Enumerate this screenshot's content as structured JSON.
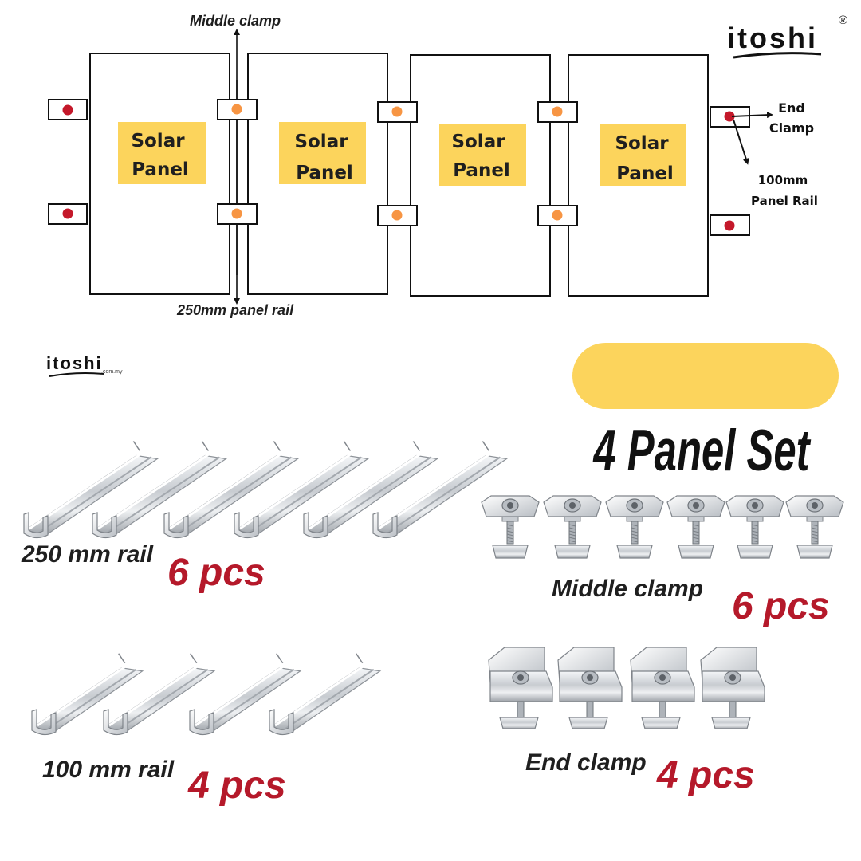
{
  "colors": {
    "panel_label_bg": "#fcd45c",
    "badge_bg": "#fcd45c",
    "end_clamp_dot": "#c4182a",
    "middle_clamp_dot": "#f79543",
    "count_red": "#b5192a",
    "text_dark": "#1f1f1f"
  },
  "logo": {
    "top": "itoshi",
    "top_mark": "®",
    "small": "itoshi",
    "small_domain": ".com.my"
  },
  "diagram": {
    "middle_clamp_label": "Middle clamp",
    "panel_rail_250_label": "250mm panel rail",
    "end_clamp_label_line1": "End",
    "end_clamp_label_line2": "Clamp",
    "rail_100_label_line1": "100mm",
    "rail_100_label_line2": "Panel Rail",
    "panels": [
      {
        "line1": "Solar",
        "line2": "Panel"
      },
      {
        "line1": "Solar",
        "line2": "Panel"
      },
      {
        "line1": "Solar",
        "line2": "Panel"
      },
      {
        "line1": "Solar",
        "line2": "Panel"
      }
    ]
  },
  "badge": {
    "text": "4 Panel Set"
  },
  "parts": {
    "rail_250": {
      "label": "250 mm rail",
      "count": "6 pcs"
    },
    "middle_clamp": {
      "label": "Middle clamp",
      "count": "6 pcs"
    },
    "rail_100": {
      "label": "100 mm rail",
      "count": "4 pcs"
    },
    "end_clamp": {
      "label": "End clamp",
      "count": "4 pcs"
    }
  }
}
